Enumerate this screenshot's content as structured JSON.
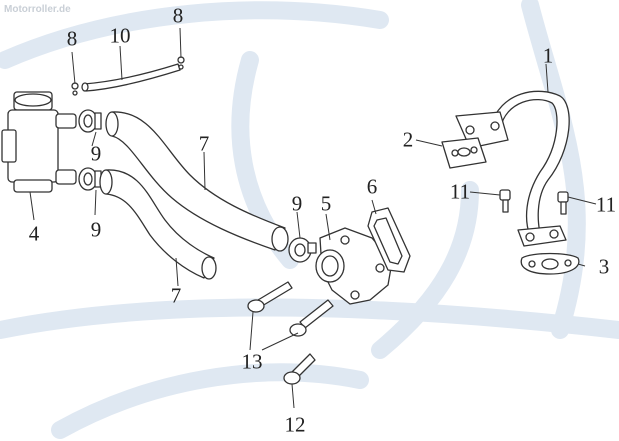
{
  "watermark": "Motorroller.de",
  "callouts": {
    "c1": "1",
    "c2": "2",
    "c3": "3",
    "c4": "4",
    "c5": "5",
    "c6": "6",
    "c7a": "7",
    "c7b": "7",
    "c8a": "8",
    "c8b": "8",
    "c9a": "9",
    "c9b": "9",
    "c9c": "9",
    "c10": "10",
    "c11a": "11",
    "c11b": "11",
    "c12": "12",
    "c13": "13"
  },
  "colors": {
    "watermark_swoosh": "#dfe8f2",
    "line": "#333333",
    "fill": "#ffffff"
  }
}
